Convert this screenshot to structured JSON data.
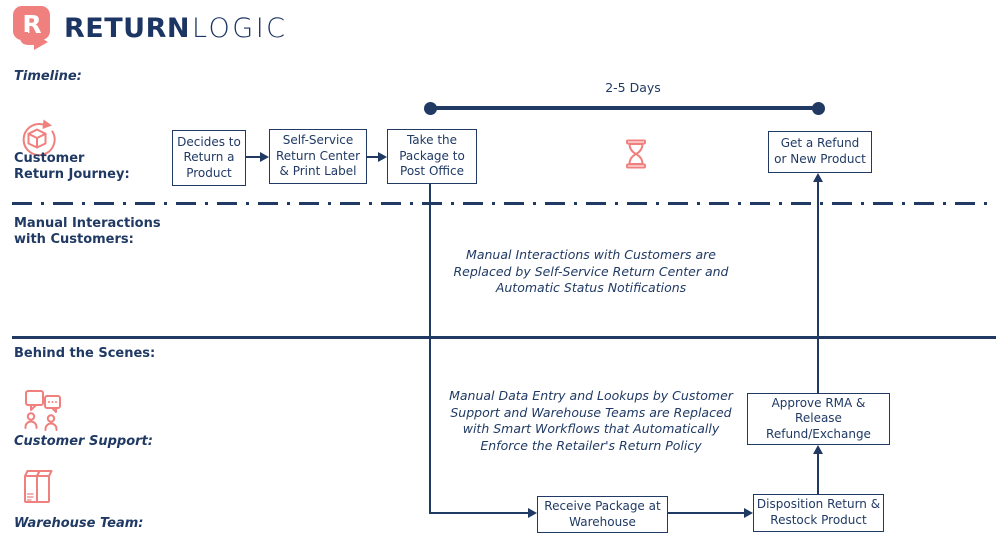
{
  "colors": {
    "navy": "#203a64",
    "coral": "#f0807e",
    "background": "#ffffff"
  },
  "brand": {
    "name_bold": "RETURN",
    "name_light": "LOGIC"
  },
  "icons": {
    "logo": "returnlogic-logo",
    "journey": "return-package-icon",
    "wait": "hourglass-icon",
    "support": "support-chat-icon",
    "warehouse": "warehouse-box-icon"
  },
  "timeline": {
    "label": "Timeline:",
    "duration": "2-5 Days"
  },
  "rows": {
    "customer_journey": {
      "label": "Customer\nReturn Journey:"
    },
    "manual_interactions": {
      "label": "Manual Interactions\nwith Customers:",
      "annotation": "Manual Interactions with Customers are\nReplaced by Self-Service Return Center and\nAutomatic Status Notifications"
    },
    "behind_the_scenes": {
      "label": "Behind the Scenes:"
    },
    "customer_support": {
      "label": "Customer Support:",
      "annotation": "Manual Data Entry and Lookups by Customer\nSupport and Warehouse Teams are Replaced\nwith Smart Workflows that Automatically\nEnforce the Retailer's Return Policy"
    },
    "warehouse": {
      "label": "Warehouse Team:"
    }
  },
  "steps": {
    "decide": "Decides to\nReturn a\nProduct",
    "self_service": "Self-Service\nReturn Center\n& Print Label",
    "post_office": "Take the\nPackage to\nPost Office",
    "refund": "Get a Refund\nor New Product",
    "receive": "Receive Package at\nWarehouse",
    "disposition": "Disposition Return &\nRestock Product",
    "approve": "Approve RMA &\nRelease\nRefund/Exchange"
  }
}
